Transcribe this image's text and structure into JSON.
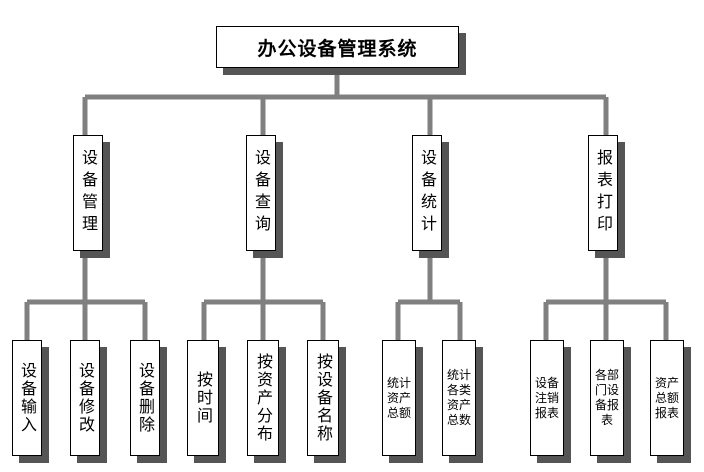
{
  "title": "办公设备管理系统",
  "categories": [
    {
      "label": "设备管理",
      "children": [
        "设备输入",
        "设备修改",
        "设备删除"
      ]
    },
    {
      "label": "设备查询",
      "children": [
        "按时间",
        "按资产分布",
        "按设备名称"
      ]
    },
    {
      "label": "设备统计",
      "children": [
        "统计资产总额",
        "统计各类资产总数"
      ]
    },
    {
      "label": "报表打印",
      "children": [
        "设备注销报表",
        "各部门设备报表",
        "资产总额报表"
      ]
    }
  ],
  "colors": {
    "connector": "#808080",
    "shadow": "#555555",
    "border": "#000000"
  }
}
